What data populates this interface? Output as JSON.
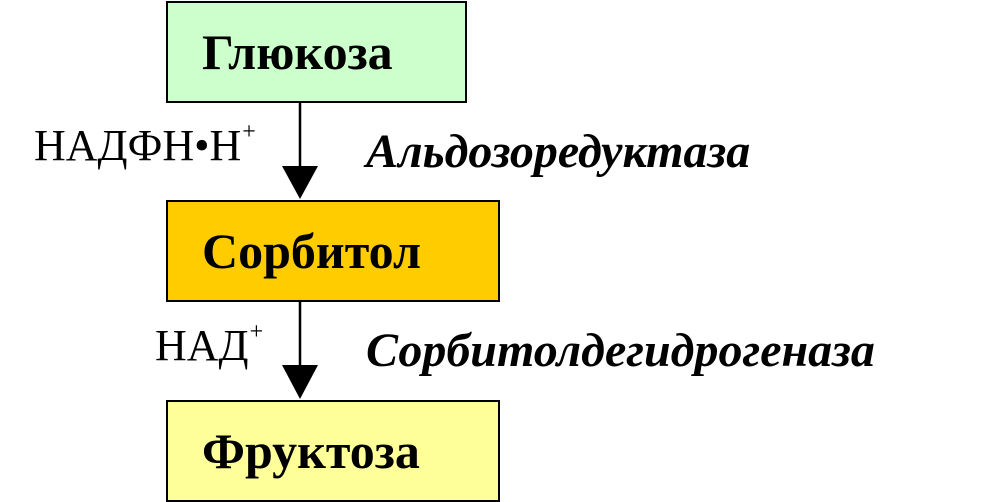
{
  "pathway": {
    "nodes": [
      {
        "id": "glucose",
        "label": "Глюкоза",
        "fill": "#ccffcc"
      },
      {
        "id": "sorbitol",
        "label": "Сорбитол",
        "fill": "#ffcc00"
      },
      {
        "id": "fructose",
        "label": "Фруктоза",
        "fill": "#ffff99"
      }
    ],
    "steps": [
      {
        "from": "glucose",
        "to": "sorbitol",
        "cofactor": "НАДФН•Н",
        "cofactor_charge": "+",
        "enzyme": "Альдозоредуктаза"
      },
      {
        "from": "sorbitol",
        "to": "fructose",
        "cofactor": "НАД",
        "cofactor_charge": "+",
        "enzyme": "Сорбитолдегидрогеназа"
      }
    ]
  }
}
